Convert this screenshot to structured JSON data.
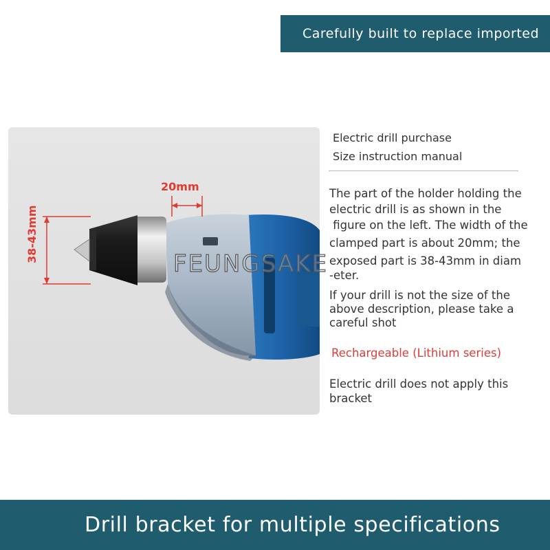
{
  "top_banner": {
    "text": "Carefully built to replace imported"
  },
  "photo": {
    "dim_width_label": "20mm",
    "dim_diameter_label": "38-43mm"
  },
  "watermark": {
    "text": "FEUNGSAKE"
  },
  "info": {
    "heading_line1": "Electric drill purchase",
    "heading_line2": "Size instruction manual",
    "desc_lines": [
      "The part of the holder holding the",
      "electric drill is as shown in the",
      " figure on the left. The width of the",
      "clamped part is about 20mm; the",
      "exposed part is 38-43mm in diam",
      "-eter."
    ],
    "note_lines": [
      "If your drill is not the size of the",
      "above description, please take a",
      "careful shot"
    ],
    "rechargeable_label": "Rechargeable (Lithium series)",
    "not_apply_lines": [
      "Electric drill does not apply this",
      "bracket"
    ]
  },
  "bottom_banner": {
    "text": "Drill bracket for multiple specifications"
  },
  "colors": {
    "banner": "#1f5c6e",
    "accent_red": "#d9403a",
    "drill_body": "#1e63a8"
  }
}
